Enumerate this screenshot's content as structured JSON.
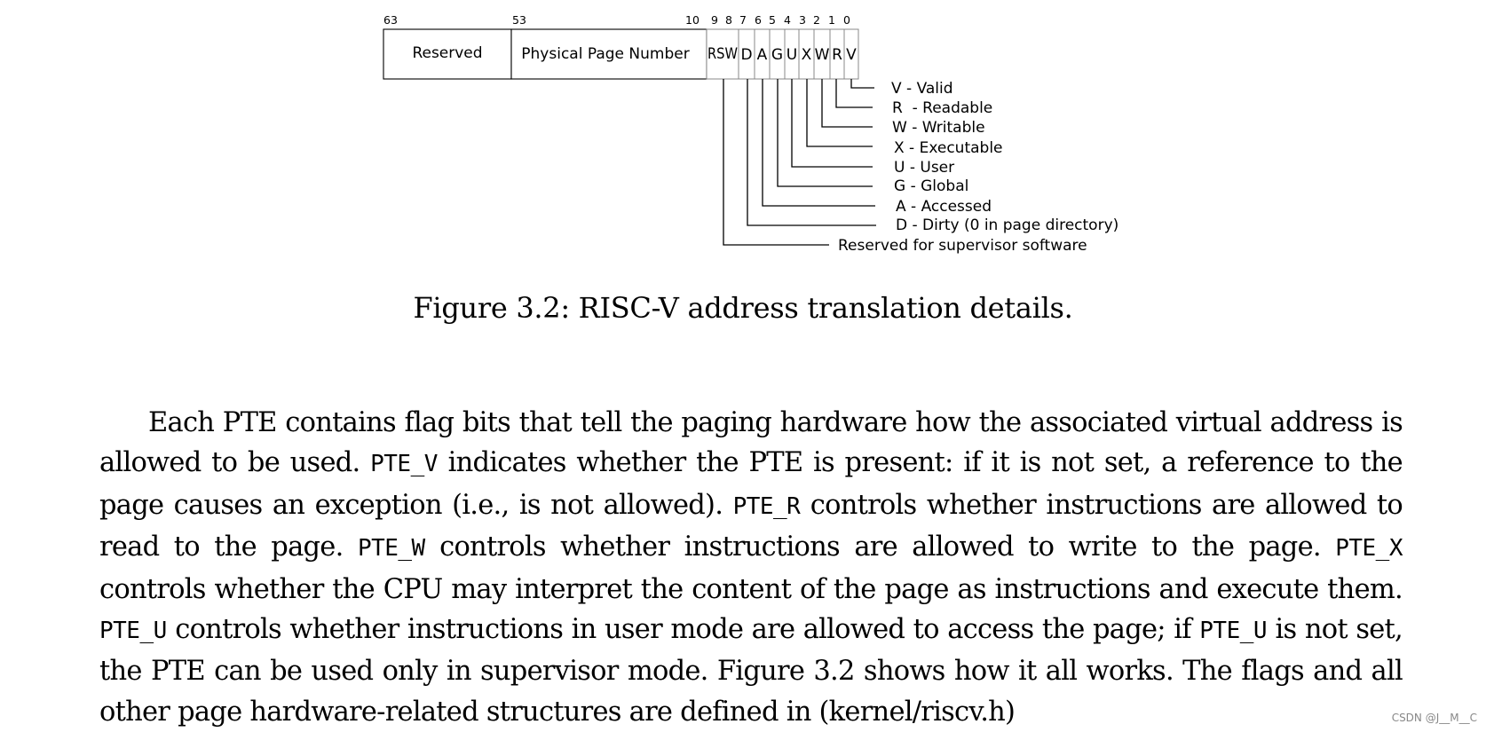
{
  "figure": {
    "bit_labels": [
      "63",
      "53",
      "10",
      "9",
      "8",
      "7",
      "6",
      "5",
      "4",
      "3",
      "2",
      "1",
      "0"
    ],
    "fields": {
      "reserved": "Reserved",
      "ppn": "Physical Page Number",
      "rsw": "RSW"
    },
    "flags": [
      "D",
      "A",
      "G",
      "U",
      "X",
      "W",
      "R",
      "V"
    ],
    "legend": [
      "V - Valid",
      "R  - Readable",
      "W - Writable",
      "X - Executable",
      "U - User",
      "G - Global",
      "A - Accessed",
      "D - Dirty (0 in page directory)",
      "Reserved for supervisor software"
    ],
    "caption": "Figure 3.2: RISC-V address translation details."
  },
  "body": {
    "p1": "Each PTE contains flag bits that tell the paging hardware how the associated virtual address is allowed to be used.",
    "pte_v": "PTE_V",
    "p2": "indicates whether the PTE is present: if it is not set, a reference to the page causes an exception (i.e., is not allowed).",
    "pte_r": "PTE_R",
    "p3": "controls whether instructions are allowed to read to the page.",
    "pte_w": "PTE_W",
    "p4": "controls whether instructions are allowed to write to the page.",
    "pte_x": "PTE_X",
    "p5": "controls whether the CPU may interpret the content of the page as instructions and execute them.",
    "pte_u": "PTE_U",
    "p6": "controls whether instructions in user mode are allowed to access the page; if",
    "pte_u2": "PTE_U",
    "p7": "is not set, the PTE can be used only in supervisor mode. Figure 3.2 shows how it all works. The flags and all other page hardware-related structures are defined in (kernel/riscv.h)"
  },
  "watermark": "CSDN @J__M__C"
}
